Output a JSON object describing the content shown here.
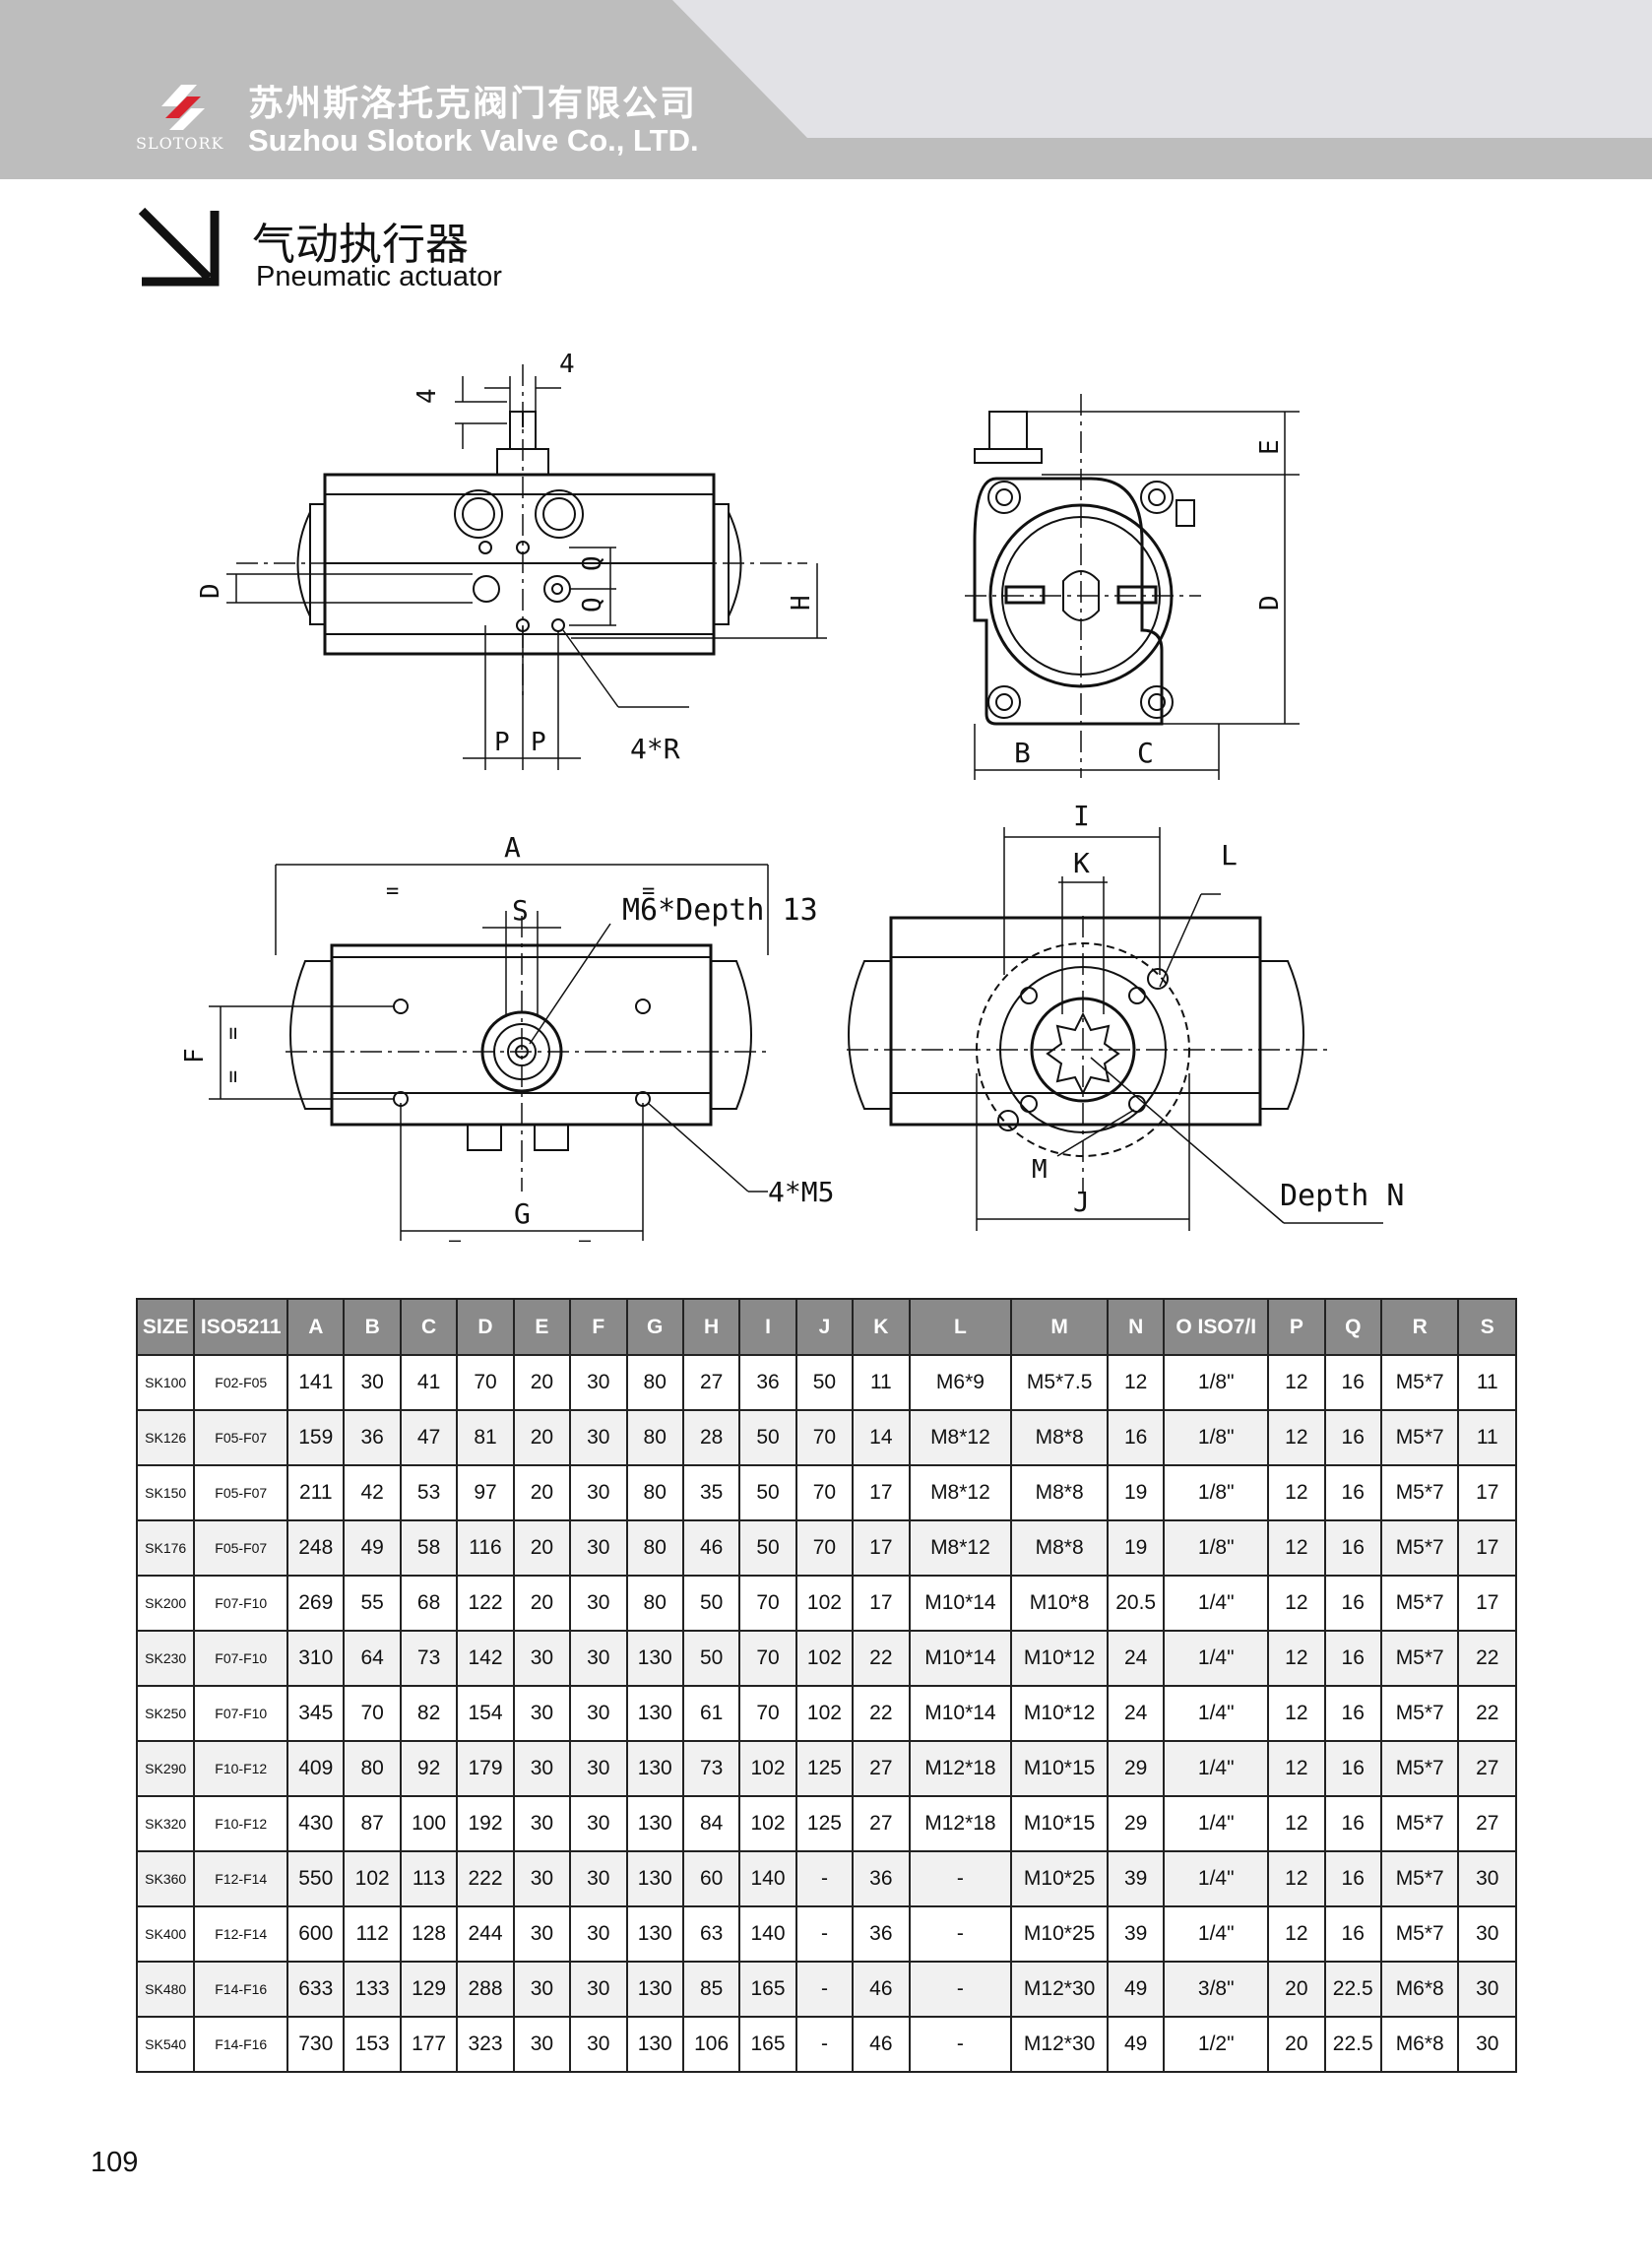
{
  "header": {
    "logo_text": "SLOTORK",
    "company_cn": "苏州斯洛托克阀门有限公司",
    "company_en": "Suzhou Slotork Valve Co., LTD.",
    "colors": {
      "band_dark": "#bdbdbd",
      "band_light": "#e2e2e6",
      "logo_red": "#d9232e"
    }
  },
  "title": {
    "cn": "气动执行器",
    "en": "Pneumatic actuator"
  },
  "drawing": {
    "top_view": {
      "dim_4a": "4",
      "dim_4b": "4",
      "dim_Q1": "Q",
      "dim_Q2": "Q",
      "dim_H": "H",
      "dim_D": "D",
      "dim_P1": "P",
      "dim_P2": "P",
      "dim_4R": "4*R"
    },
    "side_view": {
      "dim_E": "E",
      "dim_D": "D",
      "dim_B": "B",
      "dim_C": "C"
    },
    "front_view": {
      "dim_A": "A",
      "eq1": "=",
      "eq2": "=",
      "dim_S": "S",
      "depth13": "M6*Depth 13",
      "dim_F": "F",
      "eq3": "=",
      "eq4": "=",
      "dim_G": "G",
      "m5": "4*M5",
      "dash1": "–",
      "dash2": "–"
    },
    "bottom_view": {
      "dim_I": "I",
      "dim_K": "K",
      "dim_L": "L",
      "dim_M": "M",
      "dim_J": "J",
      "depthN": "Depth N"
    }
  },
  "table": {
    "headers": [
      "SIZE",
      "ISO5211",
      "A",
      "B",
      "C",
      "D",
      "E",
      "F",
      "G",
      "H",
      "I",
      "J",
      "K",
      "L",
      "M",
      "N",
      "O ISO7/I",
      "P",
      "Q",
      "R",
      "S"
    ],
    "rows": [
      [
        "SK100",
        "F02-F05",
        "141",
        "30",
        "41",
        "70",
        "20",
        "30",
        "80",
        "27",
        "36",
        "50",
        "11",
        "M6*9",
        "M5*7.5",
        "12",
        "1/8\"",
        "12",
        "16",
        "M5*7",
        "11"
      ],
      [
        "SK126",
        "F05-F07",
        "159",
        "36",
        "47",
        "81",
        "20",
        "30",
        "80",
        "28",
        "50",
        "70",
        "14",
        "M8*12",
        "M8*8",
        "16",
        "1/8\"",
        "12",
        "16",
        "M5*7",
        "11"
      ],
      [
        "SK150",
        "F05-F07",
        "211",
        "42",
        "53",
        "97",
        "20",
        "30",
        "80",
        "35",
        "50",
        "70",
        "17",
        "M8*12",
        "M8*8",
        "19",
        "1/8\"",
        "12",
        "16",
        "M5*7",
        "17"
      ],
      [
        "SK176",
        "F05-F07",
        "248",
        "49",
        "58",
        "116",
        "20",
        "30",
        "80",
        "46",
        "50",
        "70",
        "17",
        "M8*12",
        "M8*8",
        "19",
        "1/8\"",
        "12",
        "16",
        "M5*7",
        "17"
      ],
      [
        "SK200",
        "F07-F10",
        "269",
        "55",
        "68",
        "122",
        "20",
        "30",
        "80",
        "50",
        "70",
        "102",
        "17",
        "M10*14",
        "M10*8",
        "20.5",
        "1/4\"",
        "12",
        "16",
        "M5*7",
        "17"
      ],
      [
        "SK230",
        "F07-F10",
        "310",
        "64",
        "73",
        "142",
        "30",
        "30",
        "130",
        "50",
        "70",
        "102",
        "22",
        "M10*14",
        "M10*12",
        "24",
        "1/4\"",
        "12",
        "16",
        "M5*7",
        "22"
      ],
      [
        "SK250",
        "F07-F10",
        "345",
        "70",
        "82",
        "154",
        "30",
        "30",
        "130",
        "61",
        "70",
        "102",
        "22",
        "M10*14",
        "M10*12",
        "24",
        "1/4\"",
        "12",
        "16",
        "M5*7",
        "22"
      ],
      [
        "SK290",
        "F10-F12",
        "409",
        "80",
        "92",
        "179",
        "30",
        "30",
        "130",
        "73",
        "102",
        "125",
        "27",
        "M12*18",
        "M10*15",
        "29",
        "1/4\"",
        "12",
        "16",
        "M5*7",
        "27"
      ],
      [
        "SK320",
        "F10-F12",
        "430",
        "87",
        "100",
        "192",
        "30",
        "30",
        "130",
        "84",
        "102",
        "125",
        "27",
        "M12*18",
        "M10*15",
        "29",
        "1/4\"",
        "12",
        "16",
        "M5*7",
        "27"
      ],
      [
        "SK360",
        "F12-F14",
        "550",
        "102",
        "113",
        "222",
        "30",
        "30",
        "130",
        "60",
        "140",
        "-",
        "36",
        "-",
        "M10*25",
        "39",
        "1/4\"",
        "12",
        "16",
        "M5*7",
        "30"
      ],
      [
        "SK400",
        "F12-F14",
        "600",
        "112",
        "128",
        "244",
        "30",
        "30",
        "130",
        "63",
        "140",
        "-",
        "36",
        "-",
        "M10*25",
        "39",
        "1/4\"",
        "12",
        "16",
        "M5*7",
        "30"
      ],
      [
        "SK480",
        "F14-F16",
        "633",
        "133",
        "129",
        "288",
        "30",
        "30",
        "130",
        "85",
        "165",
        "-",
        "46",
        "-",
        "M12*30",
        "49",
        "3/8\"",
        "20",
        "22.5",
        "M6*8",
        "30"
      ],
      [
        "SK540",
        "F14-F16",
        "730",
        "153",
        "177",
        "323",
        "30",
        "30",
        "130",
        "106",
        "165",
        "-",
        "46",
        "-",
        "M12*30",
        "49",
        "1/2\"",
        "20",
        "22.5",
        "M6*8",
        "30"
      ]
    ]
  },
  "page_number": "109"
}
